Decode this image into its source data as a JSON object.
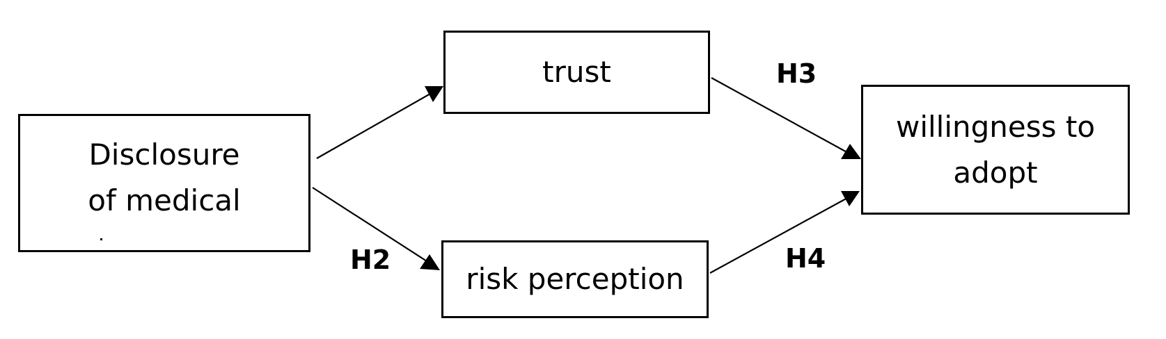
{
  "nodes": {
    "disclosure": "Disclosure of medical",
    "trust": "trust",
    "risk_perception": "risk perception",
    "willingness": "willingness to adopt"
  },
  "hypotheses": {
    "h2": "H2",
    "h3": "H3",
    "h4": "H4"
  },
  "edges": [
    {
      "from": "disclosure",
      "to": "trust",
      "label": ""
    },
    {
      "from": "disclosure",
      "to": "risk_perception",
      "label": "H2"
    },
    {
      "from": "trust",
      "to": "willingness",
      "label": "H3"
    },
    {
      "from": "risk_perception",
      "to": "willingness",
      "label": "H4"
    }
  ],
  "colors": {
    "stroke": "#000000",
    "background": "#ffffff"
  }
}
